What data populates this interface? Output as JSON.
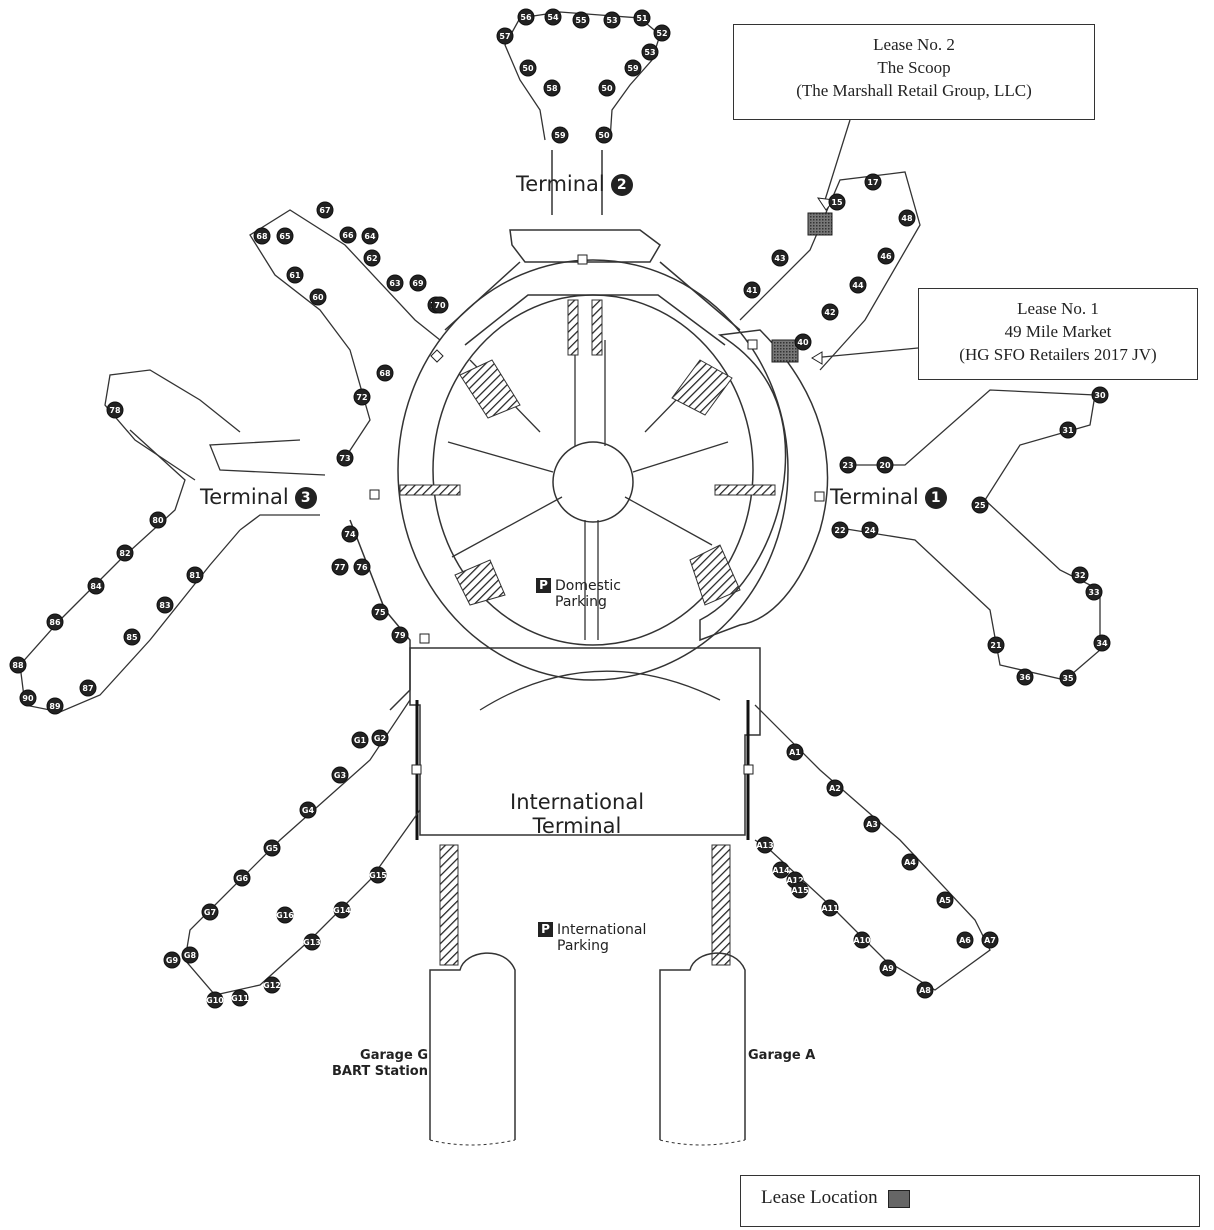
{
  "terminals": {
    "t1": {
      "label": "Terminal",
      "number": "1"
    },
    "t2": {
      "label": "Terminal",
      "number": "2"
    },
    "t3": {
      "label": "Terminal",
      "number": "3"
    },
    "intl": {
      "line1": "International",
      "line2": "Terminal"
    }
  },
  "parking": {
    "domestic": {
      "line1": "Domestic",
      "line2": "Parking"
    },
    "international": {
      "line1": "International",
      "line2": "Parking"
    }
  },
  "garages": {
    "g": {
      "line1": "Garage G",
      "line2": "BART Station"
    },
    "a": {
      "line1": "Garage A"
    }
  },
  "leases": {
    "lease2": {
      "line1": "Lease No. 2",
      "line2": "The Scoop",
      "line3": "(The Marshall Retail Group, LLC)"
    },
    "lease1": {
      "line1": "Lease No. 1",
      "line2": "49 Mile Market",
      "line3": "(HG SFO Retailers 2017 JV)"
    }
  },
  "legend": {
    "label": "Lease Location"
  },
  "gates": {
    "t2_top": [
      "57",
      "56",
      "54",
      "55",
      "53",
      "51",
      "52",
      "53",
      "59",
      "50",
      "58",
      "50",
      "59",
      "50"
    ],
    "t1_b": [
      "17",
      "15",
      "43",
      "48",
      "41",
      "46",
      "44",
      "42",
      "40"
    ],
    "t1_c": [
      "30",
      "31",
      "25",
      "32",
      "33",
      "34",
      "35",
      "36",
      "21",
      "23",
      "20",
      "22",
      "24"
    ],
    "t3_e": [
      "67",
      "65",
      "68",
      "66",
      "64",
      "62",
      "63",
      "61",
      "60",
      "69",
      "71",
      "70",
      "68",
      "72",
      "73",
      "74",
      "76",
      "77",
      "75",
      "79",
      "78"
    ],
    "t3_f": [
      "80",
      "82",
      "84",
      "86",
      "88",
      "90",
      "89",
      "87",
      "85",
      "83",
      "81"
    ],
    "intl_a": [
      "A1",
      "A2",
      "A3",
      "A4",
      "A5",
      "A6",
      "A7",
      "A8",
      "A9",
      "A10",
      "A11",
      "A12",
      "A13",
      "A14",
      "A15"
    ],
    "intl_g": [
      "G1",
      "G2",
      "G3",
      "G4",
      "G5",
      "G6",
      "G7",
      "G8",
      "G9",
      "G10",
      "G11",
      "G12",
      "G13",
      "G14",
      "G15",
      "G16"
    ]
  }
}
